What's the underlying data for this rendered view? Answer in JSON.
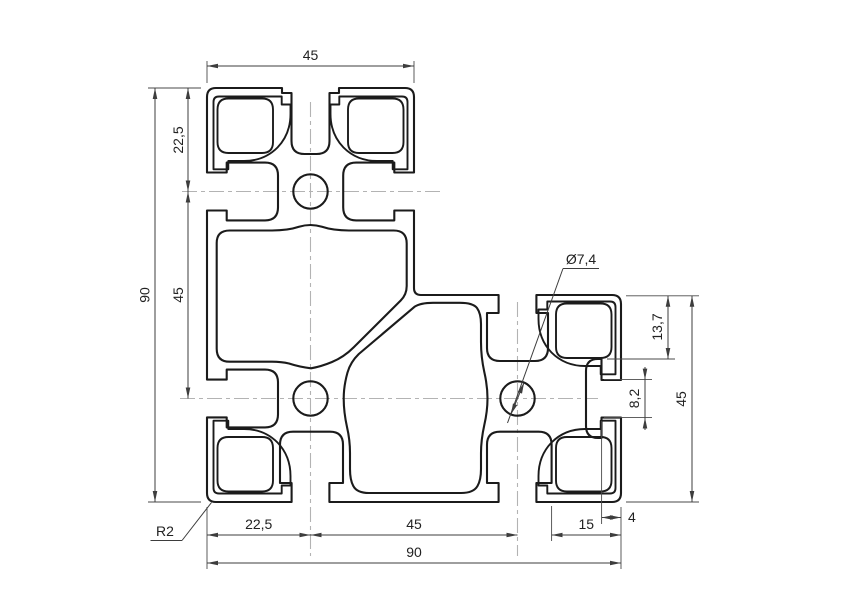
{
  "drawing": {
    "type": "technical-cross-section",
    "subject": "aluminium-extrusion-profile-90x90-L",
    "background": "#ffffff",
    "outline_color": "#1b1b1b",
    "dimension_color": "#3d3d3d",
    "centerline_color": "#b3b3b3",
    "labels": {
      "top_width": "45",
      "overall_height": "90",
      "top_module_offset": "22,5",
      "left_module_pitch": "45",
      "bottom_left_offset": "22,5",
      "bottom_module_pitch": "45",
      "bottom_right_width": "15",
      "slot_lip_depth": "4",
      "overall_width": "90",
      "slot_opening_height": "8,2",
      "slot_cavity_depth": "13,7",
      "right_arm_height": "45",
      "hole_diameter": "Ø7,4",
      "corner_radius": "R2"
    }
  }
}
